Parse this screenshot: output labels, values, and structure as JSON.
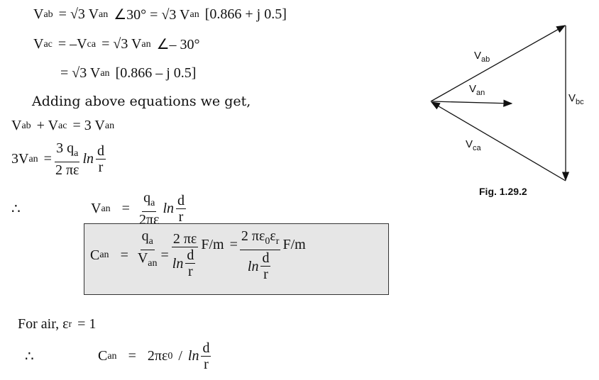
{
  "eq1": {
    "lhs": "V",
    "lhs_sub": "ab",
    "a": "= √3 V",
    "a_sub": "an",
    "b": "∠30° = √3 V",
    "b_sub": "an",
    "c": "[0.866 + j 0.5]"
  },
  "eq2": {
    "lhs": "V",
    "lhs_sub": "ac",
    "a": "= –V",
    "a_sub": "ca",
    "b": "= √3 V",
    "b_sub": "an",
    "c": "∠– 30°"
  },
  "eq3": {
    "a": "= √3 V",
    "a_sub": "an",
    "c": "[0.866 – j 0.5]"
  },
  "adding_text": "Adding above equations we get,",
  "eq4": {
    "a": "V",
    "a_sub": "ab",
    "b": "+ V",
    "b_sub": "ac",
    "c": "= 3 V",
    "c_sub": "an"
  },
  "eq5": {
    "lhs": "3V",
    "lhs_sub": "an",
    "eq": "=",
    "num": "3 q",
    "num_sub": "a",
    "den": "2 πε",
    "ln": "ln",
    "d": "d",
    "r": "r"
  },
  "eq6": {
    "therefore": "∴",
    "lhs": "V",
    "lhs_sub": "an",
    "eq": "=",
    "num": "q",
    "num_sub": "a",
    "den": "2πε",
    "ln": "ln",
    "d": "d",
    "r": "r"
  },
  "boxed": {
    "lhs": "C",
    "lhs_sub": "an",
    "eq": "=",
    "num1": "q",
    "num1_sub": "a",
    "den1": "V",
    "den1_sub": "an",
    "eq2": "=",
    "num2": "2 πε",
    "ln": "ln",
    "d": "d",
    "r": "r",
    "unit": "F/m",
    "eq3": "=",
    "num3": "2 πε",
    "num3_sub0": "0",
    "num3_e": "ε",
    "num3_subr": "r",
    "unit2": "F/m"
  },
  "air": {
    "text": "For air, ε",
    "sub": "r",
    "rest": "= 1"
  },
  "eq7": {
    "therefore": "∴",
    "lhs": "C",
    "lhs_sub": "an",
    "eq": "=",
    "a": "2πε",
    "a_sub": "0",
    "b": "/",
    "ln": "ln",
    "d": "d",
    "r": "r"
  },
  "diagram": {
    "labels": {
      "vab": "V",
      "vab_sub": "ab",
      "van": "V",
      "van_sub": "an",
      "vbc": "V",
      "vbc_sub": "bc",
      "vca": "V",
      "vca_sub": "ca"
    },
    "caption": "Fig. 1.29.2"
  }
}
